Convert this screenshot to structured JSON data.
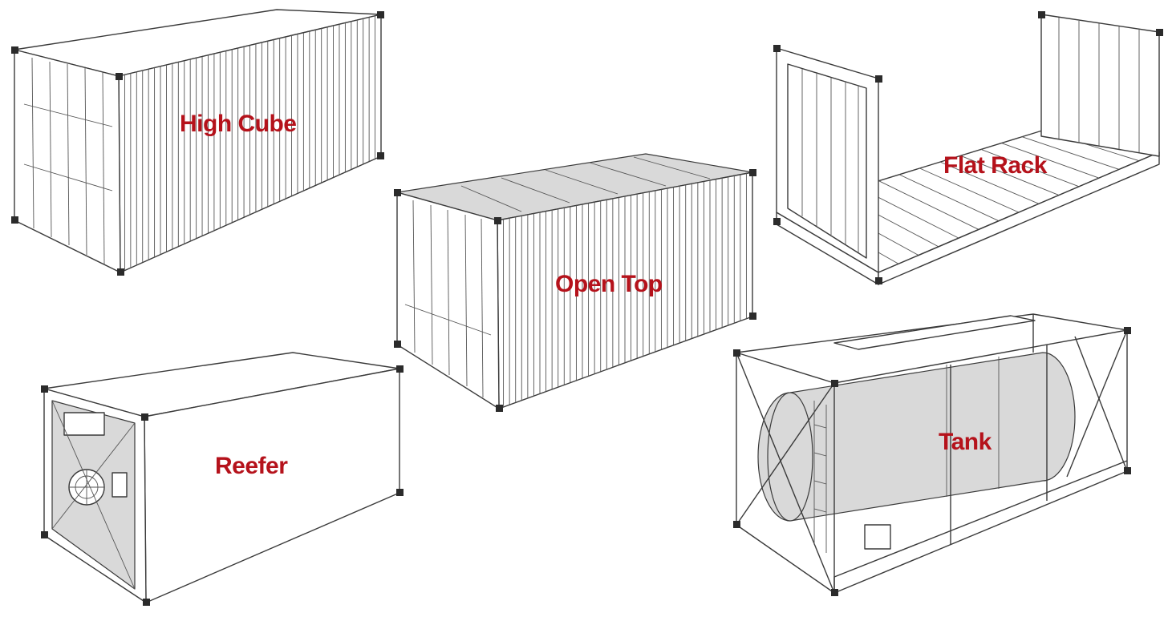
{
  "labels": {
    "high_cube": "High Cube",
    "open_top": "Open Top",
    "flat_rack": "Flat Rack",
    "reefer": "Reefer",
    "tank": "Tank"
  },
  "colors": {
    "label": "#b5121b",
    "line": "#3a3a3a",
    "tarp": "#d9d9d9",
    "background": "#ffffff"
  }
}
